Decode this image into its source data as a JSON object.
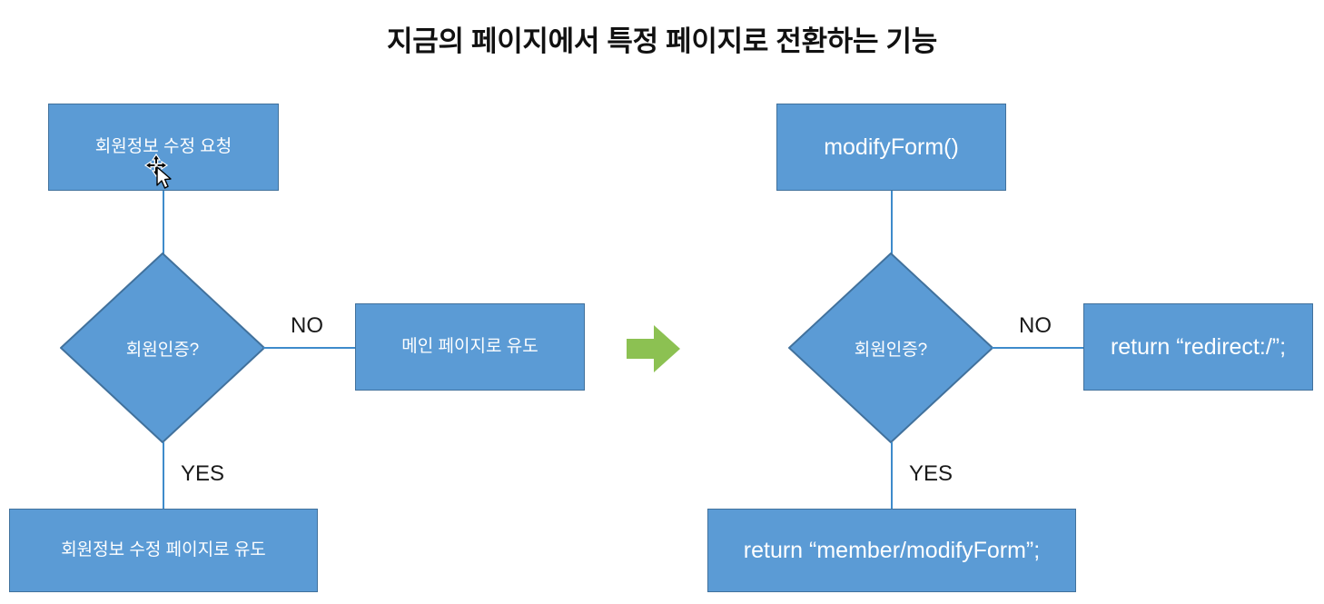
{
  "title": "지금의 페이지에서 특정 페이지로 전환하는 기능",
  "colors": {
    "node_fill": "#5B9BD5",
    "node_border": "#41719C",
    "connector": "#3E8BCB",
    "node_text": "#FFFFFF",
    "label_text": "#1A1A1A",
    "arrow_green": "#8CC152",
    "background": "#FFFFFF"
  },
  "left_flow": {
    "start": "회원정보 수정 요청",
    "decision": "회원인증?",
    "no_label": "NO",
    "no_target": "메인 페이지로 유도",
    "yes_label": "YES",
    "yes_target": "회원정보 수정 페이지로 유도"
  },
  "right_flow": {
    "start": "modifyForm()",
    "decision": "회원인증?",
    "no_label": "NO",
    "no_target": "return “redirect:/”;",
    "yes_label": "YES",
    "yes_target": "return “member/modifyForm”;"
  },
  "transition": {
    "icon": "right-arrow-icon"
  },
  "cursor": {
    "icon": "move-cursor-icon"
  }
}
